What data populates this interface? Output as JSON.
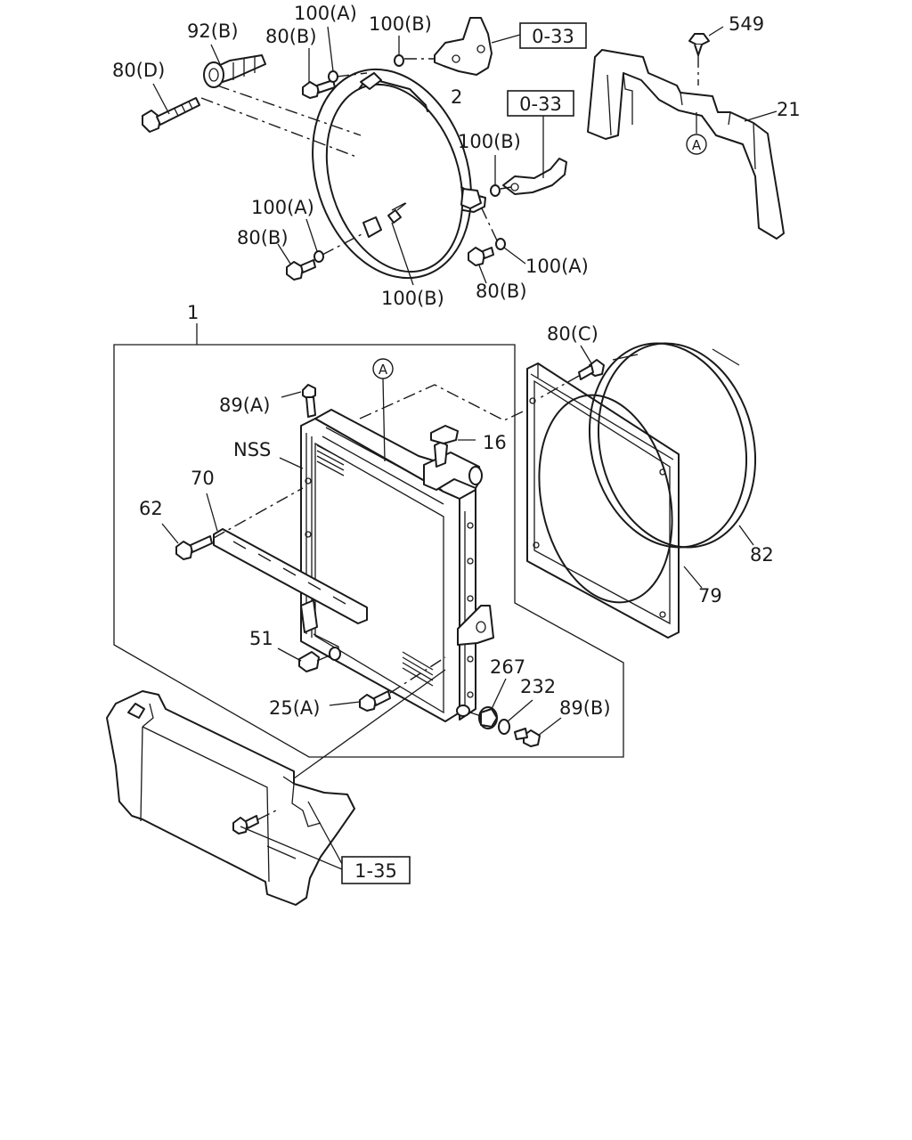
{
  "labels": {
    "p92b": "92(B)",
    "p100a_top": "100(A)",
    "p100b_top": "100(B)",
    "p80b_top": "80(B)",
    "p80d": "80(D)",
    "p549": "549",
    "p21": "21",
    "p2": "2",
    "p100b_mid": "100(B)",
    "p100a_left": "100(A)",
    "p80b_left": "80(B)",
    "p100a_right": "100(A)",
    "p80b_right": "80(B)",
    "p100b_bottom": "100(B)",
    "p1": "1",
    "p80c": "80(C)",
    "p89a": "89(A)",
    "p16": "16",
    "pnss": "NSS",
    "p70": "70",
    "p62": "62",
    "p82": "82",
    "p79": "79",
    "p51": "51",
    "p267": "267",
    "p232": "232",
    "p89b": "89(B)",
    "p25a": "25(A)"
  },
  "refs": {
    "ref_033_top": "0-33",
    "ref_033_mid": "0-33",
    "ref_135": "1-35"
  },
  "markers": {
    "a_shroud": "A",
    "a_radiator": "A"
  }
}
